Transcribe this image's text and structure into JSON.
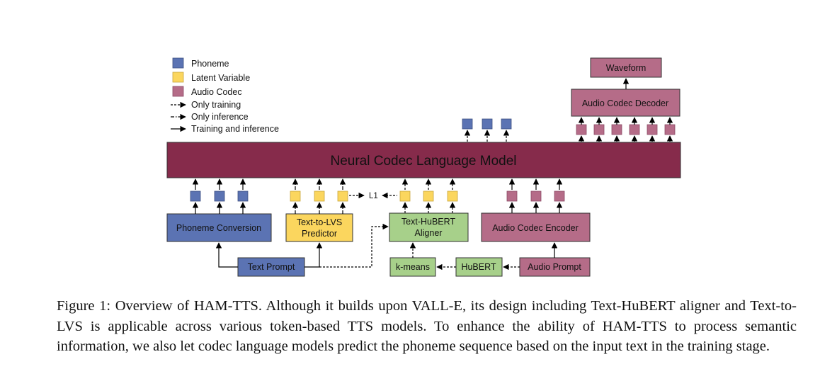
{
  "colors": {
    "phoneme": "#5b73b3",
    "latent": "#fbd65e",
    "audio_codec": "#b56c88",
    "model": "#862b4b",
    "aligner": "#a7d08a",
    "text_prompt": "#5b73b3",
    "arrow": "#000000"
  },
  "legend": {
    "phoneme": "Phoneme",
    "latent_variable": "Latent Variable",
    "audio_codec": "Audio Codec",
    "only_training": "Only training",
    "only_inference": "Only inference",
    "training_and_inference": "Training and inference"
  },
  "boxes": {
    "model": "Neural Codec Language Model",
    "waveform": "Waveform",
    "decoder": "Audio Codec Decoder",
    "phoneme_conversion": "Phoneme Conversion",
    "lvs_predictor_line1": "Text-to-LVS",
    "lvs_predictor_line2": "Predictor",
    "aligner_line1": "Text-HuBERT",
    "aligner_line2": "Aligner",
    "encoder": "Audio Codec Encoder",
    "text_prompt": "Text Prompt",
    "kmeans": "k-means",
    "hubert": "HuBERT",
    "audio_prompt": "Audio Prompt",
    "l1": "L1"
  },
  "caption": "Figure 1: Overview of HAM-TTS. Although it builds upon VALL-E, its design including Text-HuBERT aligner and Text-to-LVS is applicable across various token-based TTS models. To enhance the ability of HAM-TTS to process semantic information, we also let codec language models predict the phoneme sequence based on the input text in the training stage."
}
